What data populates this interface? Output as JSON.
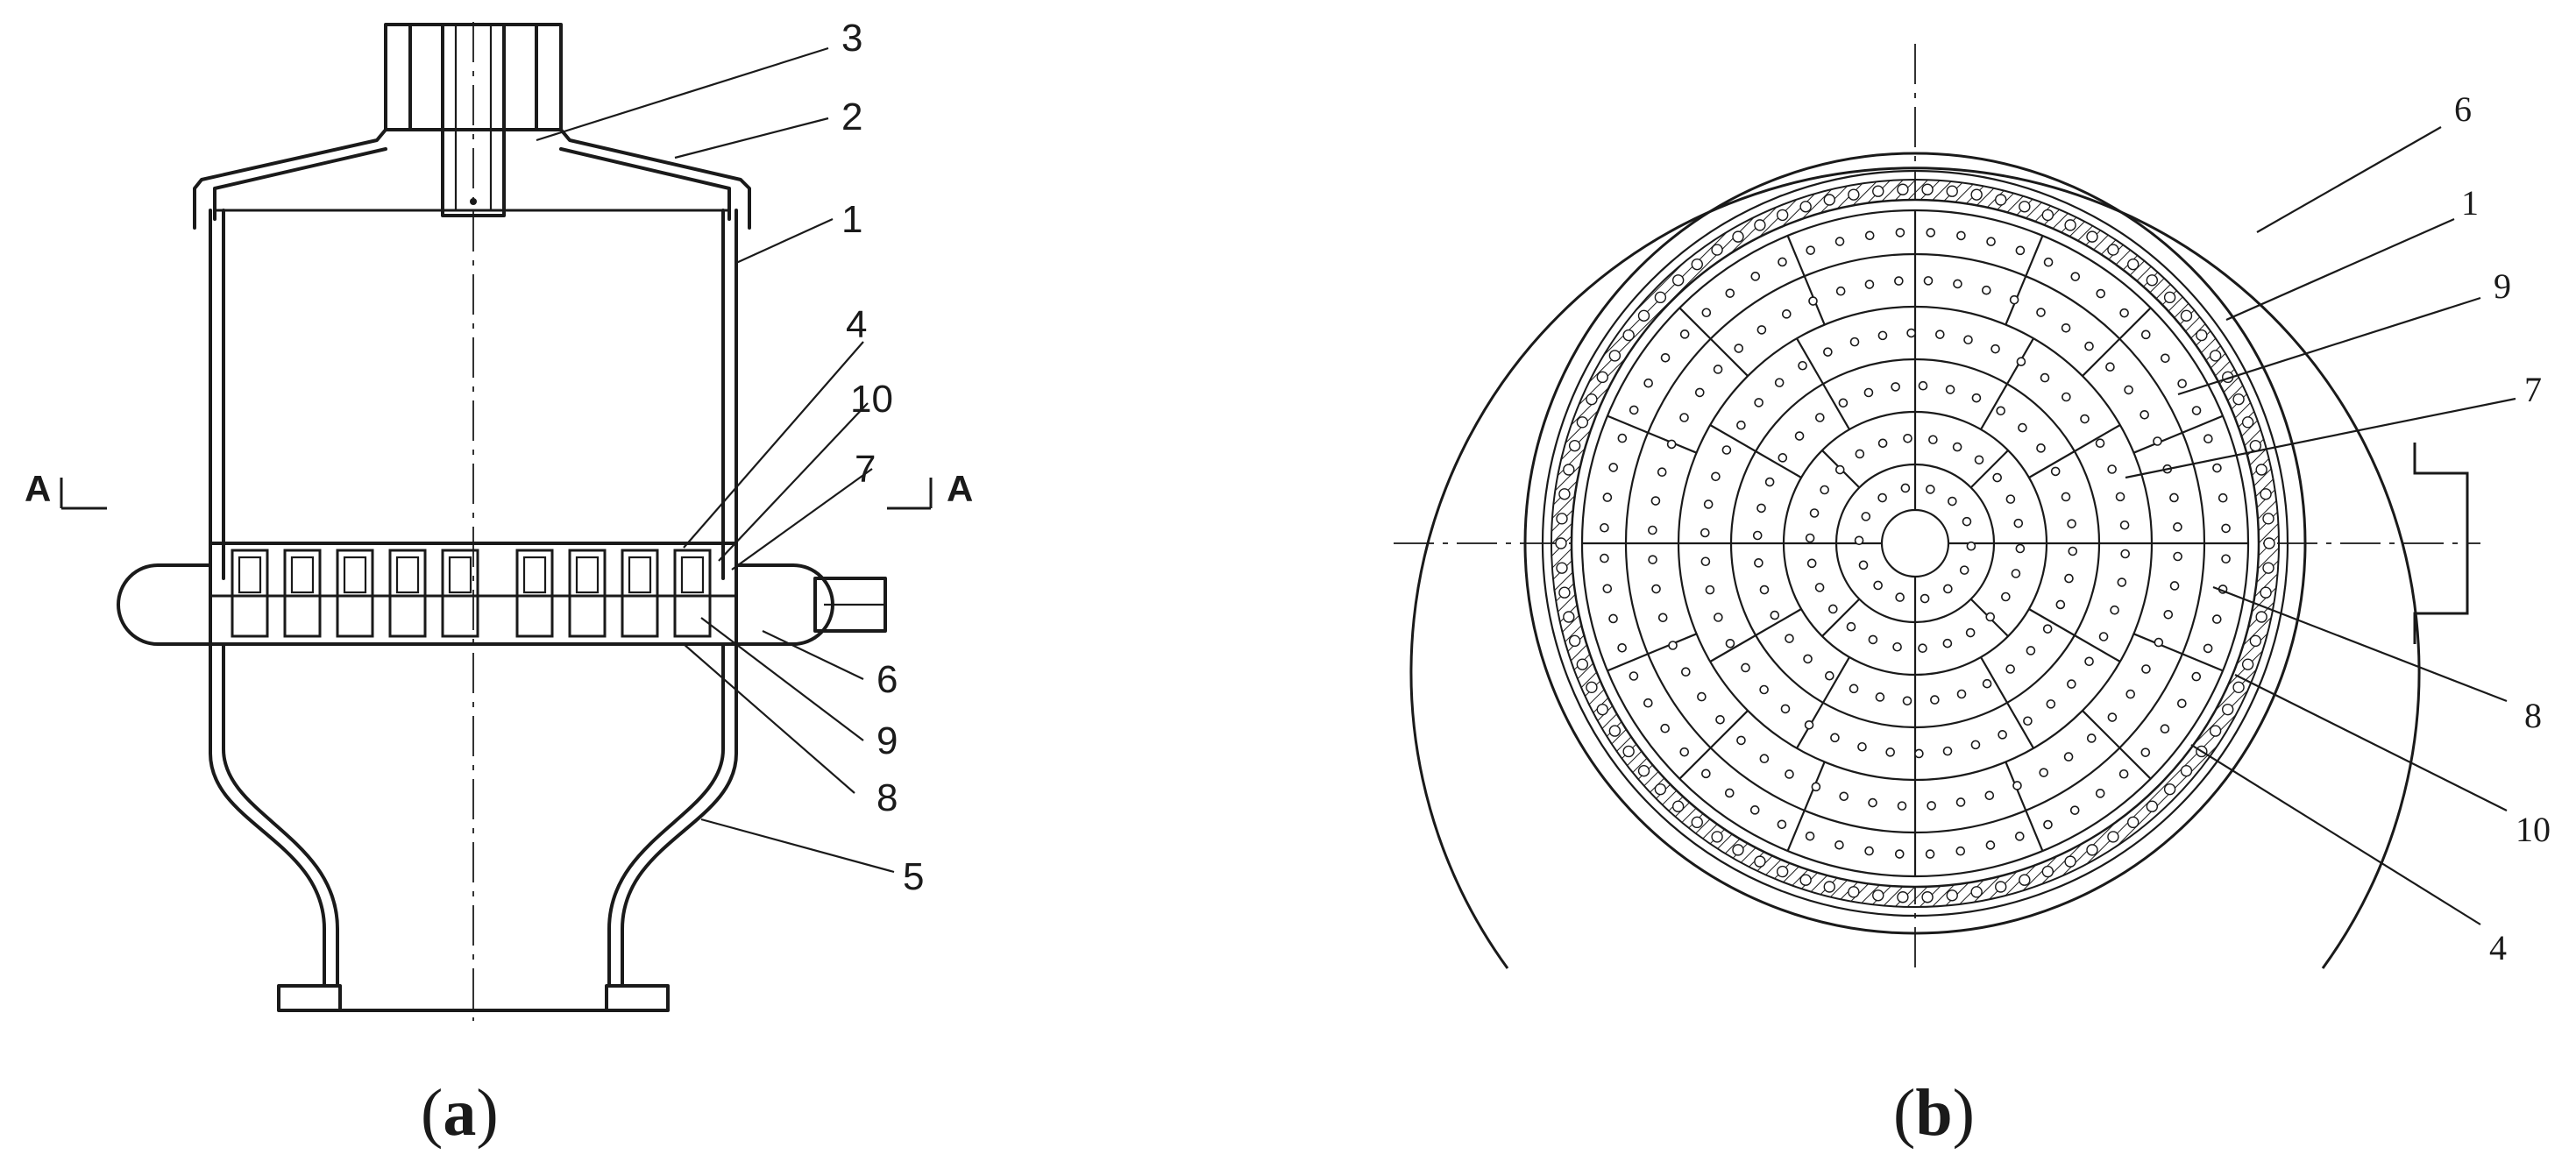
{
  "panel_a": {
    "caption_open": "(",
    "caption_letter": "a",
    "caption_close": ")",
    "section_left": "A",
    "section_right": "A",
    "labels": [
      "3",
      "2",
      "1",
      "4",
      "10",
      "7",
      "6",
      "9",
      "8",
      "5"
    ]
  },
  "panel_b": {
    "caption_open": "(",
    "caption_letter": "b",
    "caption_close": ")",
    "labels": [
      "6",
      "1",
      "9",
      "7",
      "8",
      "10",
      "4"
    ]
  }
}
